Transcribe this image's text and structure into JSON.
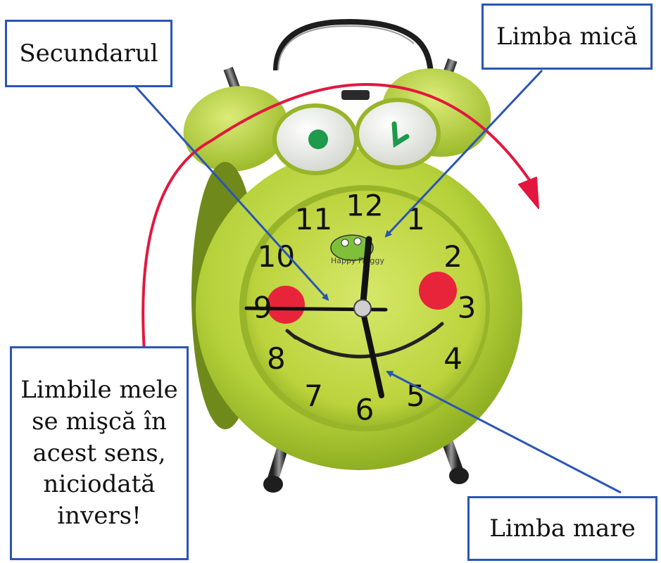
{
  "labels": {
    "second_hand": "Secundarul",
    "hour_hand": "Limba mică",
    "minute_hand": "Limba mare",
    "note_lines": [
      "Limbile mele",
      "se mişcă în",
      "acest sens,",
      "niciodată",
      "invers!"
    ]
  },
  "clock": {
    "numbers": [
      "12",
      "1",
      "2",
      "3",
      "4",
      "5",
      "6",
      "7",
      "8",
      "9",
      "10",
      "11"
    ],
    "brand_text": "Happy Froggy",
    "body_color": "#b9d63a",
    "face_color": "#c6dc45",
    "cheek_color": "#e8243a"
  },
  "colors": {
    "arrow_blue": "#2b55b5",
    "arc_red": "#e3173e"
  }
}
